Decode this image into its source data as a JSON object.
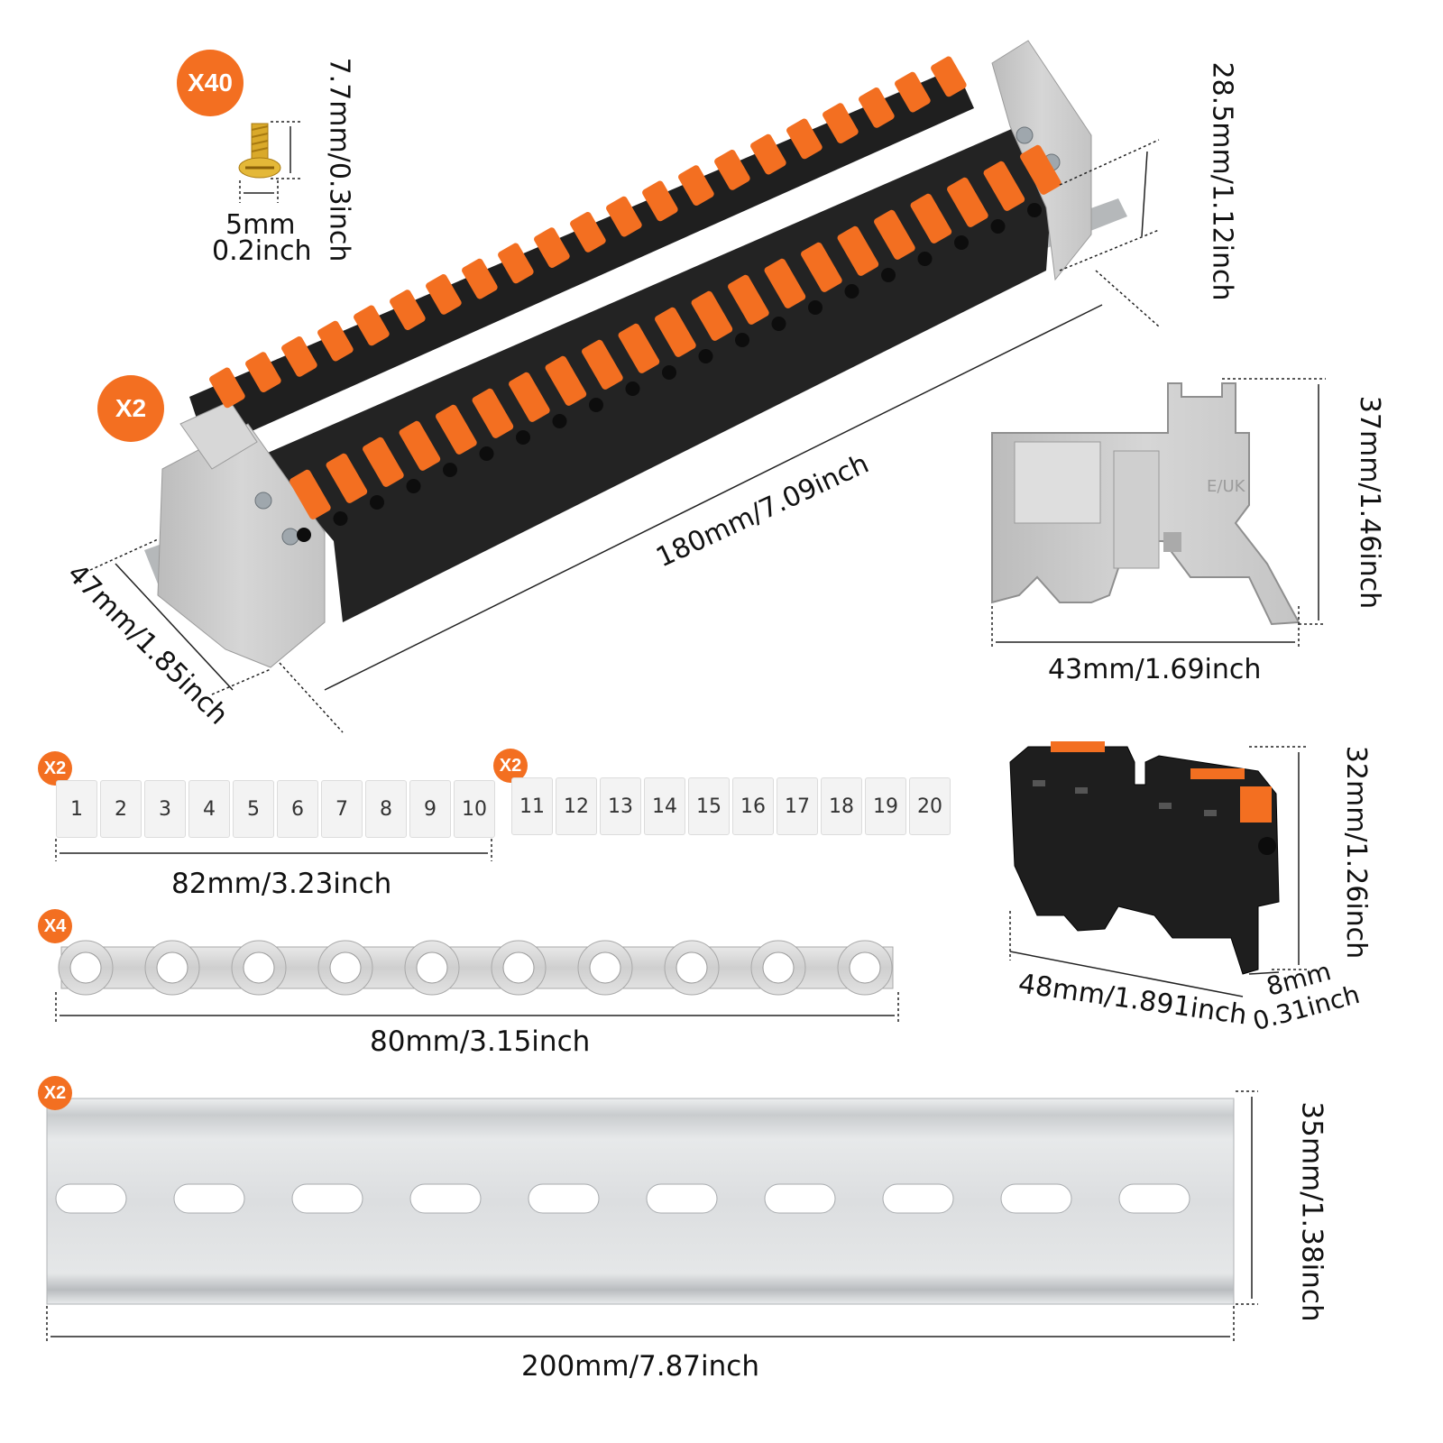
{
  "badges": {
    "screws": "X40",
    "assembly": "X2",
    "markers_a": "X2",
    "markers_b": "X2",
    "jumpers": "X4",
    "rail": "X2"
  },
  "dimensions": {
    "screw_height": "7.7mm/0.3inch",
    "screw_width_mm": "5mm",
    "screw_width_in": "0.2inch",
    "assembly_height": "28.5mm/1.12inch",
    "assembly_length": "180mm/7.09inch",
    "assembly_depth": "47mm/1.85inch",
    "end_stop_height": "37mm/1.46inch",
    "end_stop_width": "43mm/1.69inch",
    "marker_length": "82mm/3.23inch",
    "jumper_length": "80mm/3.15inch",
    "block_height": "32mm/1.26inch",
    "block_length": "48mm/1.891inch",
    "block_width_mm": "8mm",
    "block_width_in": "0.31inch",
    "rail_height": "35mm/1.38inch",
    "rail_length": "200mm/7.87inch"
  },
  "markers": {
    "strip_a": [
      "1",
      "2",
      "3",
      "4",
      "5",
      "6",
      "7",
      "8",
      "9",
      "10"
    ],
    "strip_b": [
      "11",
      "12",
      "13",
      "14",
      "15",
      "16",
      "17",
      "18",
      "19",
      "20"
    ]
  },
  "end_stop_label": "E/UK",
  "colors": {
    "accent": "#f36f21",
    "block_black": "#1e1e1e",
    "end_gray": "#c9c9c9",
    "rail_silver": "#d8dadc"
  }
}
